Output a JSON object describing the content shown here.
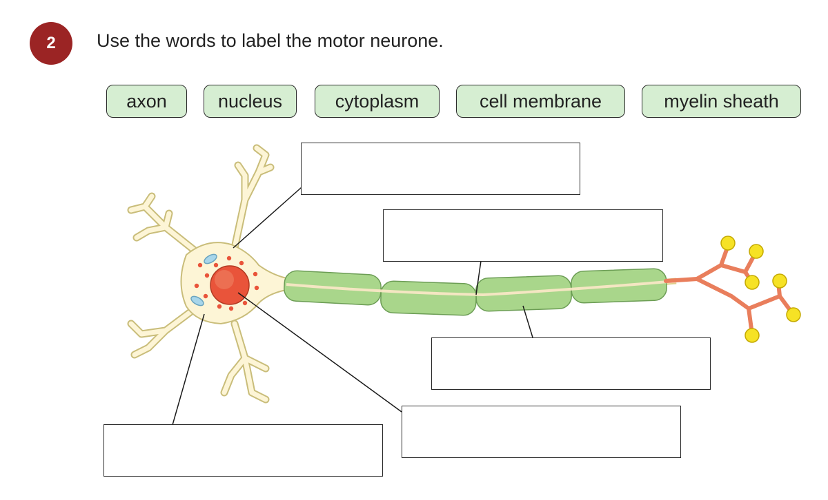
{
  "question": {
    "number": "2",
    "text": "Use the words to label the motor neurone."
  },
  "word_bank": [
    "axon",
    "nucleus",
    "cytoplasm",
    "cell membrane",
    "myelin sheath"
  ],
  "colors": {
    "badge": "#9b2424",
    "word_fill": "#d6eed2",
    "cell_body": "#fdf5d6",
    "cell_outline": "#c9bd7a",
    "nucleus": "#e9543a",
    "myelin": "#a9d68b",
    "axon_terminal": "#e97e5c",
    "terminal_knob": "#f6e225"
  },
  "answer_boxes": [
    "",
    "",
    "",
    "",
    ""
  ]
}
